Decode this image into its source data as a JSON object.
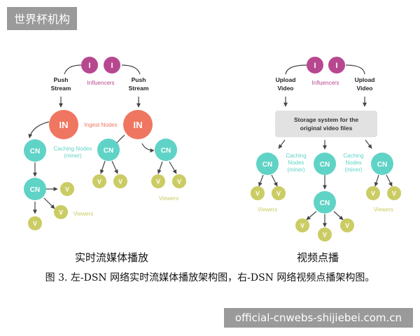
{
  "watermark_top": "世界杯机构",
  "watermark_bottom": "official-cnwebs-shijiebei.com.cn",
  "left_diagram": {
    "influencer_node": "I",
    "influencers_label": "Influencers",
    "push_line1": "Push",
    "push_line2": "Stream",
    "ingest_node": "IN",
    "ingest_label": "Ingest Nodes",
    "caching_node": "CN",
    "caching_label_line1": "Caching Nodes",
    "caching_label_line2": "(miner)",
    "viewer_node": "V",
    "viewers_label": "Viewers",
    "subtitle": "实时流媒体播放"
  },
  "right_diagram": {
    "influencer_node": "I",
    "influencers_label": "Influencers",
    "upload_line1": "Upload",
    "upload_line2": "Video",
    "storage_line1": "Storage system for the",
    "storage_line2": "original video files",
    "caching_node": "CN",
    "caching_label_line1": "Caching",
    "caching_label_line2": "Nodes",
    "caching_label_line3": "(miner)",
    "viewer_node": "V",
    "viewers_label": "Viewers",
    "subtitle": "视频点播"
  },
  "caption": "图 3. 左-DSN 网络实时流媒体播放架构图，右-DSN 网络视频点播架构图。",
  "colors": {
    "influencer": "#b7488f",
    "ingest": "#ef7660",
    "caching": "#5fd3c6",
    "viewer": "#cbcc63",
    "storage_box": "#e2e2e2",
    "watermark_bg": "#9a9a9a"
  }
}
